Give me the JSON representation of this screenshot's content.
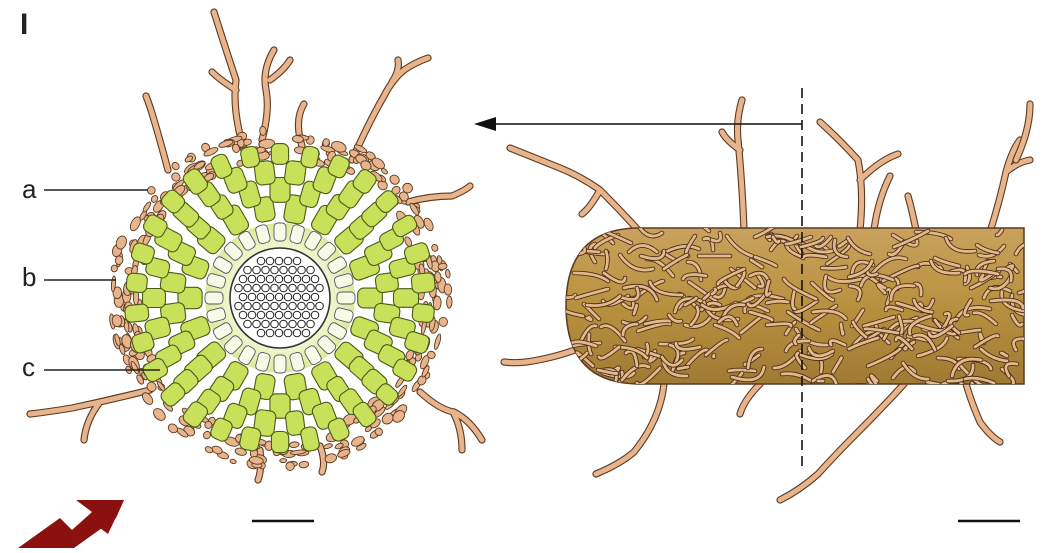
{
  "figure": {
    "panel_letter": "I",
    "labels": [
      "a",
      "b",
      "c"
    ]
  },
  "colors": {
    "hypha": "#e8b48c",
    "hypha_outline": "#5a3a22",
    "cortex_cell": "#c8e05a",
    "inner_cell": "#eef6c8",
    "stele_bg": "#ffffff",
    "mantle": "#b08a4e",
    "arrow_accent": "#8b1010"
  },
  "icons": [
    "red-arrow-icon",
    "pointer-arrow-icon"
  ]
}
